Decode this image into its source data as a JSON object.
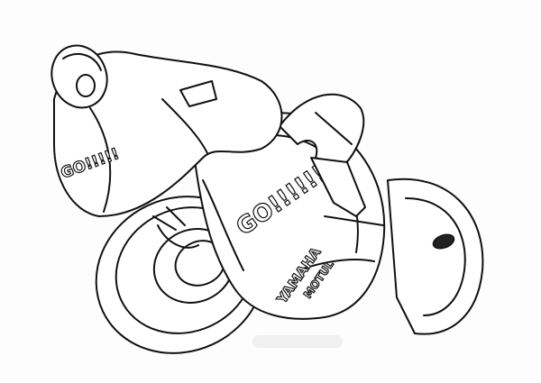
{
  "image": {
    "subject": "motorcycle-racer-line-drawing",
    "style": "black outline coloring page",
    "colors": {
      "line": "#111111",
      "background": "#fdfdfd"
    },
    "logos": {
      "fairing_text": "GO!!!!!!",
      "rider_text": "GO!!!!!",
      "brand": "YAMAHA",
      "sponsor": "MOTUL"
    }
  }
}
